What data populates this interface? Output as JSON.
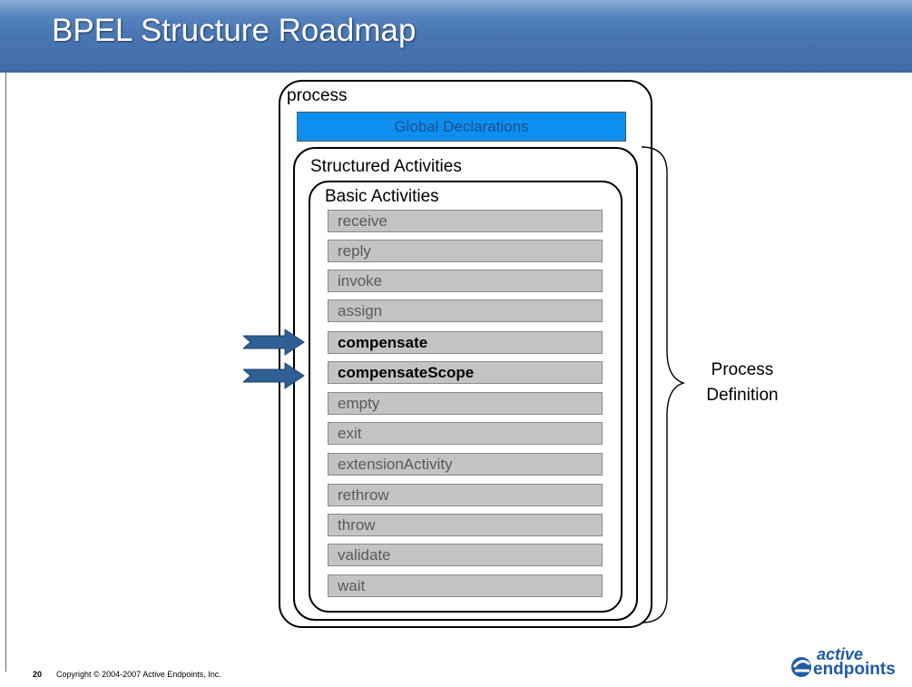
{
  "slide": {
    "title": "BPEL Structure Roadmap",
    "page_number": "20",
    "copyright": "Copyright © 2004-2007 Active Endpoints, Inc."
  },
  "diagram": {
    "process_label": "process",
    "global_declarations_label": "Global Declarations",
    "structured_activities_label": "Structured Activities",
    "basic_activities_label": "Basic Activities",
    "activities": [
      {
        "label": "receive",
        "highlighted": false
      },
      {
        "label": "reply",
        "highlighted": false
      },
      {
        "label": "invoke",
        "highlighted": false
      },
      {
        "label": "assign",
        "highlighted": false
      },
      {
        "label": "compensate",
        "highlighted": true
      },
      {
        "label": "compensateScope",
        "highlighted": true
      },
      {
        "label": "empty",
        "highlighted": false
      },
      {
        "label": "exit",
        "highlighted": false
      },
      {
        "label": "extensionActivity",
        "highlighted": false
      },
      {
        "label": "rethrow",
        "highlighted": false
      },
      {
        "label": "throw",
        "highlighted": false
      },
      {
        "label": "validate",
        "highlighted": false
      },
      {
        "label": "wait",
        "highlighted": false
      }
    ],
    "brace_label_line1": "Process",
    "brace_label_line2": "Definition"
  },
  "logo": {
    "word1": "active",
    "word2": "endpoints",
    "icon": "active-endpoints-logo-icon"
  },
  "colors": {
    "title_bar": "#4a78b4",
    "global_declarations": "#0d8ff0",
    "activity_fill": "#c3c3c3",
    "arrow": "#2f5f93",
    "logo": "#1f5aa6"
  }
}
